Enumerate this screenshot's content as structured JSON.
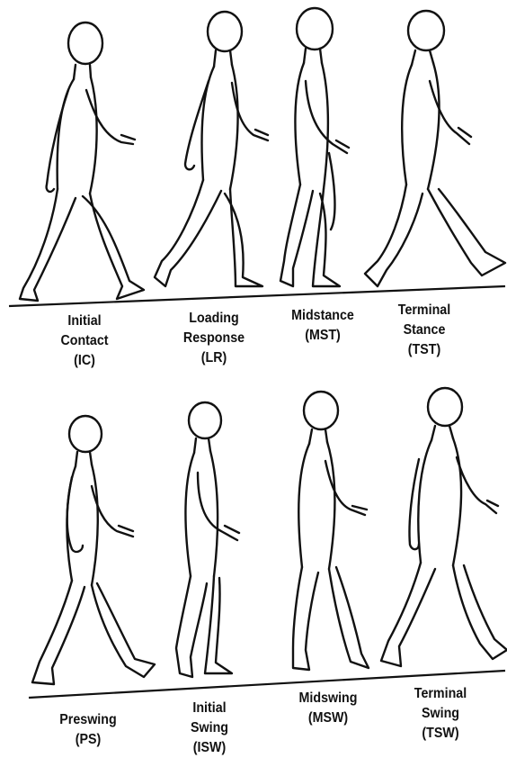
{
  "rows": [
    {
      "phases": [
        {
          "lines": [
            "Initial",
            "Contact",
            "(IC)"
          ]
        },
        {
          "lines": [
            "Loading",
            "Response",
            "(LR)"
          ]
        },
        {
          "lines": [
            "Midstance",
            "(MST)"
          ]
        },
        {
          "lines": [
            "Terminal",
            "Stance",
            "(TST)"
          ]
        }
      ]
    },
    {
      "phases": [
        {
          "lines": [
            "Preswing",
            "(PS)"
          ]
        },
        {
          "lines": [
            "Initial",
            "Swing",
            "(ISW)"
          ]
        },
        {
          "lines": [
            "Midswing",
            "(MSW)"
          ]
        },
        {
          "lines": [
            "Terminal",
            "Swing",
            "(TSW)"
          ]
        }
      ]
    }
  ],
  "colors": {
    "ink": "#111111",
    "background": "#ffffff"
  }
}
